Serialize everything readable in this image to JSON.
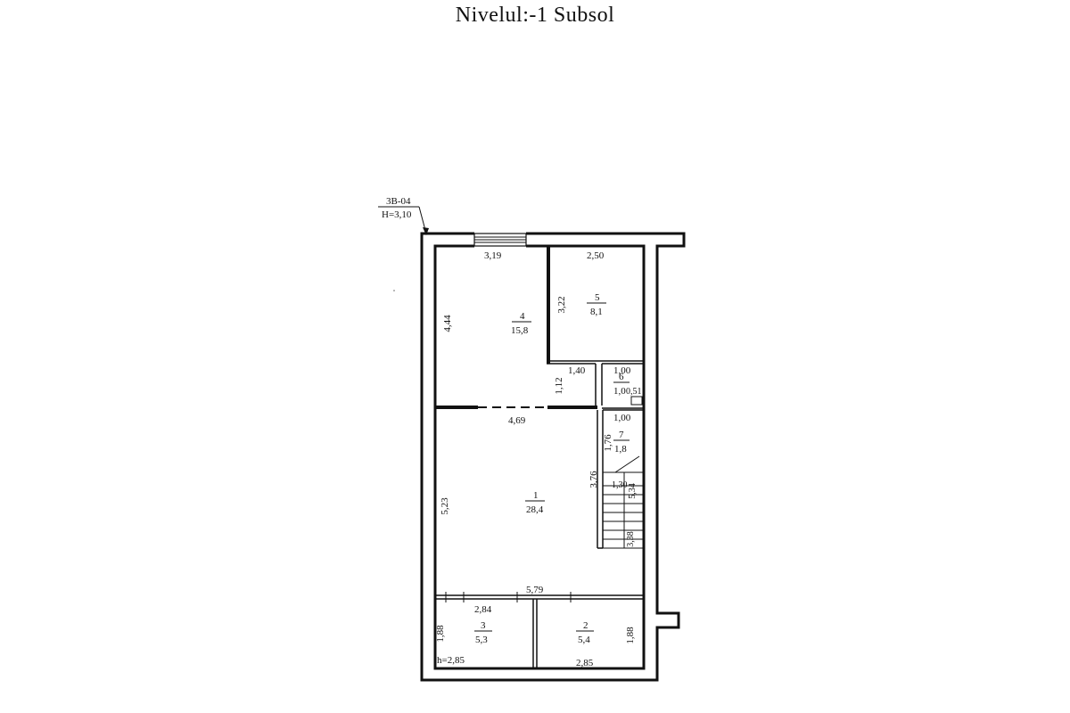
{
  "title": "Nivelul:-1 Subsol",
  "marker": {
    "code": "3B-04",
    "height": "H=3,10"
  },
  "rooms": [
    {
      "number": "4",
      "area": "15,8"
    },
    {
      "number": "5",
      "area": "8,1"
    },
    {
      "number": "6",
      "area": "1,0"
    },
    {
      "number": "7",
      "area": "1,8"
    },
    {
      "number": "1",
      "area": "28,4"
    },
    {
      "number": "3",
      "area": "5,3"
    },
    {
      "number": "2",
      "area": "5,4"
    }
  ],
  "dimensions": {
    "room4_width": "3,19",
    "room4_height": "4,44",
    "room5_width": "2,50",
    "room5_height": "3,22",
    "corridor_width": "1,40",
    "corridor_height": "1,12",
    "room6_width": "1,00",
    "room6_small": "0,51",
    "room1_top_width": "4,69",
    "room7_width": "1,00",
    "room7_height": "1,76",
    "room1_right_height": "3,76",
    "stair_width": "1,30",
    "stair_height": "5,34",
    "room1_left_height": "5,23",
    "stair_lower": "3,38",
    "room1_bottom_width": "5,79",
    "room3_width": "2,84",
    "room3_height": "1,88",
    "room2_height": "1,88",
    "room2_width": "2,85",
    "room3_ceiling": "h=2,85"
  }
}
